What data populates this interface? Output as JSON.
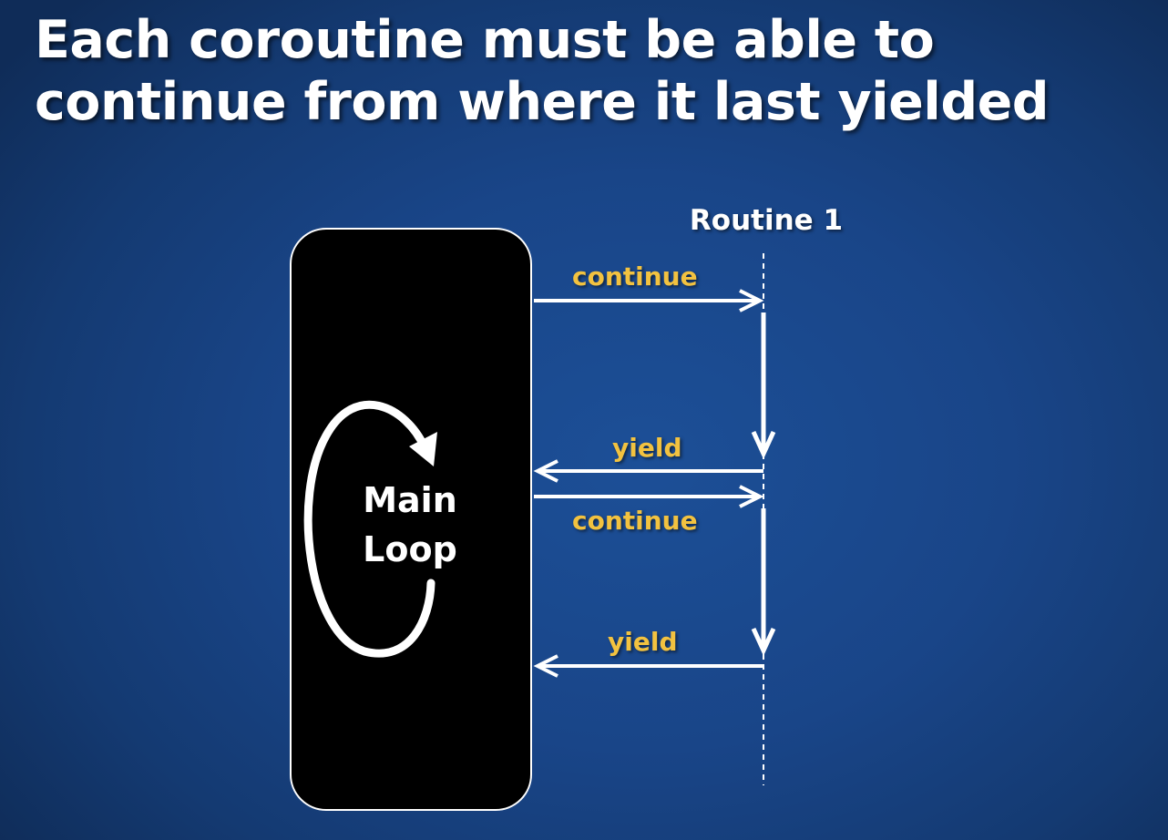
{
  "slide": {
    "title": "Each coroutine must be able to continue from where it last yielded"
  },
  "main_box": {
    "label_line1": "Main",
    "label_line2": "Loop"
  },
  "routine": {
    "title": "Routine 1"
  },
  "messages": [
    {
      "label": "continue",
      "direction": "to-routine"
    },
    {
      "label": "yield",
      "direction": "to-main"
    },
    {
      "label": "continue",
      "direction": "to-routine"
    },
    {
      "label": "yield",
      "direction": "to-main"
    }
  ],
  "colors": {
    "background": "#194588",
    "box_fill": "#000000",
    "line": "#ffffff",
    "message_label": "#f2c240"
  }
}
